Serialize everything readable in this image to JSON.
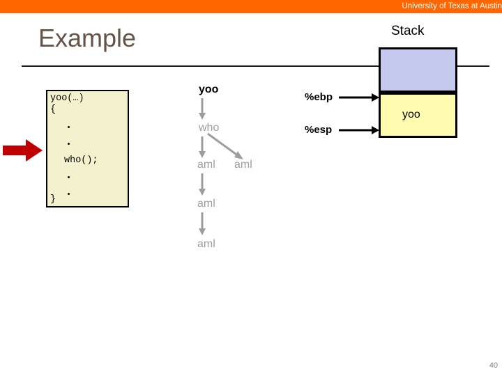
{
  "banner": {
    "institution": "University of Texas at Austin",
    "background_color": "#FF6600",
    "text_color": "#FFFFFF"
  },
  "slide": {
    "title": "Example",
    "title_color": "#635349",
    "page_number": "40"
  },
  "code_panel": {
    "name": "code-snippet-yoo",
    "background_color": "#F4F2CE",
    "border_color": "#000000",
    "lines": [
      {
        "text": "yoo(…)",
        "type": "code"
      },
      {
        "text": "{",
        "type": "code"
      },
      {
        "text": "•",
        "type": "bullet"
      },
      {
        "text": "•",
        "type": "bullet"
      },
      {
        "text": "who();",
        "type": "code"
      },
      {
        "text": "•",
        "type": "bullet"
      },
      {
        "text": "•",
        "type": "bullet"
      },
      {
        "text": "}",
        "type": "code"
      }
    ],
    "cursor_marker": {
      "icon": "red-right-arrow",
      "color": "#C00000",
      "points_at_line": "who();"
    }
  },
  "call_tree": {
    "root_color": "#000000",
    "child_color": "#9D9D9D",
    "arrow_color": "#9D9D9D",
    "nodes": [
      {
        "label": "yoo",
        "level": 0,
        "style": "root"
      },
      {
        "label": "who",
        "level": 1,
        "style": "child"
      },
      {
        "label": "aml",
        "level": 2,
        "style": "child"
      },
      {
        "label": "aml",
        "level": 2,
        "style": "child-branch"
      },
      {
        "label": "aml",
        "level": 3,
        "style": "child"
      },
      {
        "label": "aml",
        "level": 4,
        "style": "child"
      }
    ]
  },
  "stack_diagram": {
    "heading": "Stack",
    "frames": [
      {
        "label": "",
        "fill": "#C6C9EE",
        "name": "stack-frame-caller"
      },
      {
        "label": "yoo",
        "fill": "#FFFCAF",
        "name": "stack-frame-yoo"
      }
    ],
    "registers": [
      {
        "name": "%ebp",
        "points_to": "stack-frame-yoo-top"
      },
      {
        "name": "%esp",
        "points_to": "stack-frame-yoo-bottom"
      }
    ]
  }
}
